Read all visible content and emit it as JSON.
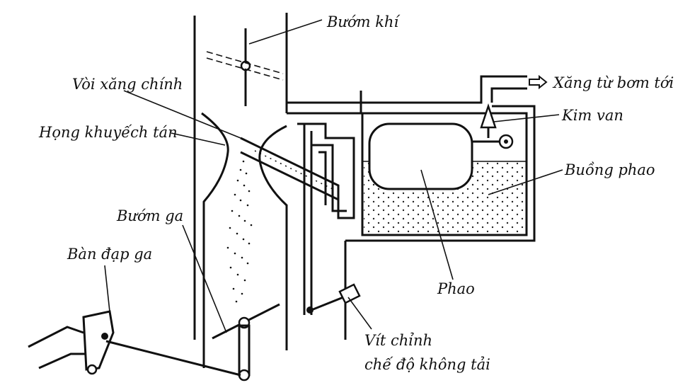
{
  "labels": {
    "buom_khi": "Bướm khí",
    "voi_xang_chinh": "Vòi xăng chính",
    "xang_tu_bom_toi": "Xăng từ bơm tới",
    "kim_van": "Kim van",
    "hong_khuyech_tan": "Họng khuyếch tán",
    "buong_phao": "Buồng phao",
    "buom_ga": "Bướm ga",
    "ban_dap_ga": "Bàn đạp ga",
    "phao": "Phao",
    "vit_chinh_1": "Vít chỉnh",
    "vit_chinh_2": "chế độ không tải"
  }
}
